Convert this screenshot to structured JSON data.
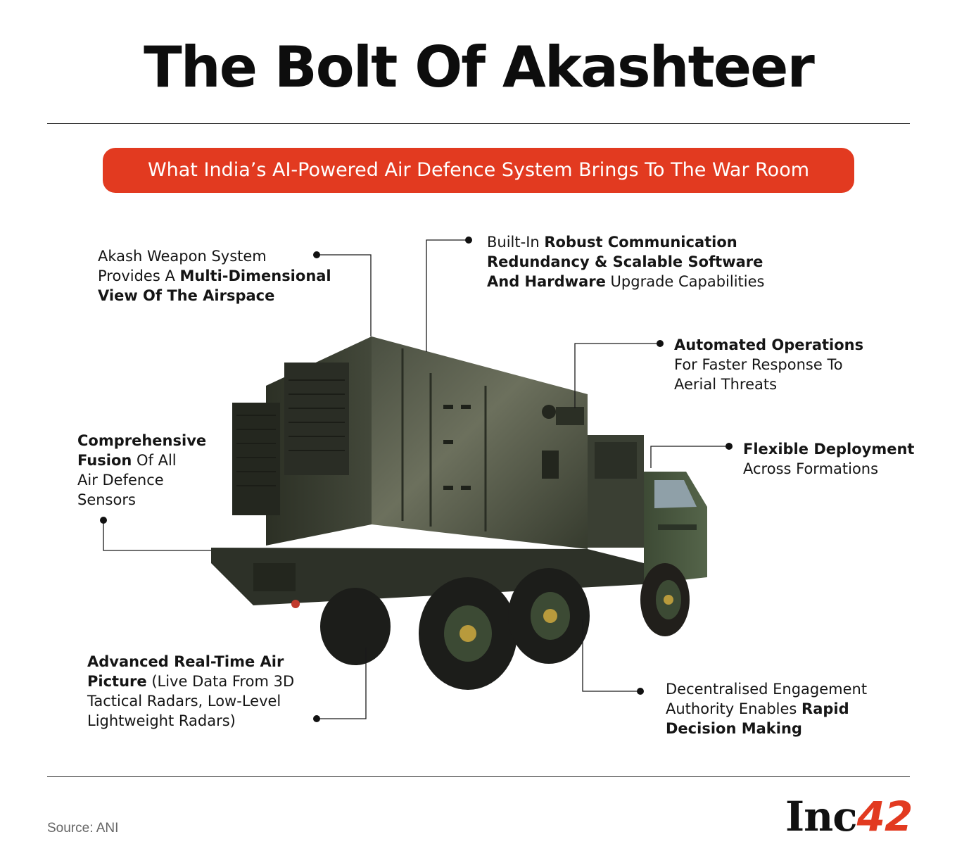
{
  "title": "The Bolt Of Akashteer",
  "subtitle": "What India’s AI-Powered Air Defence System Brings To The War Room",
  "callouts": {
    "akash": {
      "p1": "Akash Weapon System",
      "p2": "Provides A ",
      "b1": "Multi-Dimensional",
      "b2": "View Of The Airspace"
    },
    "comms": {
      "p1": "Built-In ",
      "b1": "Robust Communication",
      "b2": "Redundancy & Scalable Software",
      "b3": "And Hardware",
      "p2": " Upgrade Capabilities"
    },
    "automated": {
      "b1": "Automated Operations",
      "p1": "For Faster Response To",
      "p2": "Aerial Threats"
    },
    "flexible": {
      "b1": "Flexible Deployment",
      "p1": "Across Formations"
    },
    "fusion": {
      "b1": "Comprehensive",
      "b2": "Fusion",
      "p1": " Of All",
      "p2": "Air Defence",
      "p3": "Sensors"
    },
    "realtime": {
      "b1": "Advanced Real-Time Air",
      "b2": "Picture",
      "p1": " (Live Data From 3D",
      "p2": "Tactical Radars, Low-Level",
      "p3": "Lightweight Radars)"
    },
    "decentral": {
      "p1": "Decentralised Engagement",
      "p2": "Authority Enables ",
      "b1": "Rapid",
      "b2": "Decision Making"
    }
  },
  "image_subject": "military-vehicle",
  "source": "Source: ANI",
  "logo": {
    "text": "Inc",
    "number": "42"
  },
  "colors": {
    "accent": "#e23a20",
    "vehicle": "#3c4133"
  }
}
